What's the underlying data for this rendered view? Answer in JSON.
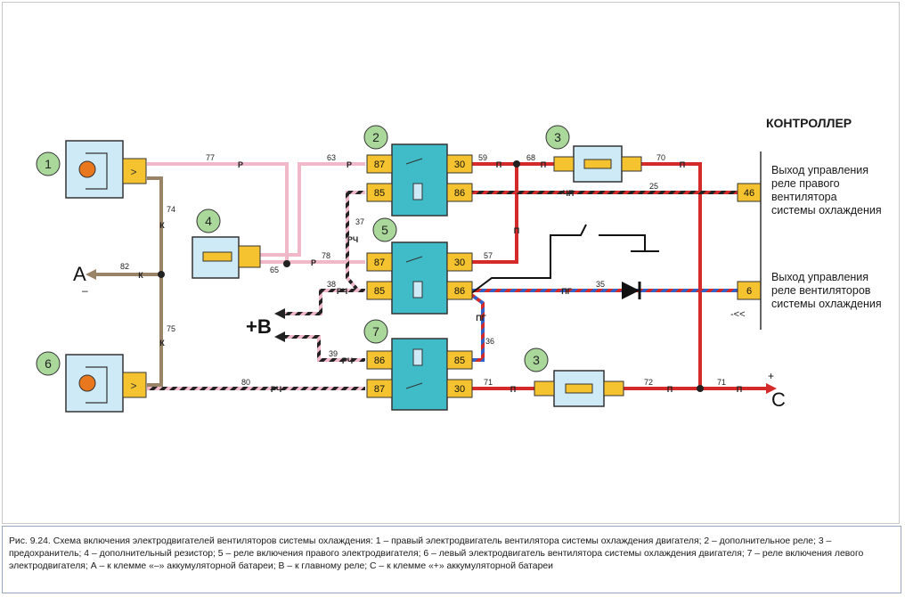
{
  "controller": {
    "title": "КОНТРОЛЛЕР",
    "output_right": [
      "Выход управления",
      "реле правого",
      "вентилятора",
      "системы охлаждения"
    ],
    "output_both": [
      "Выход управления",
      "реле вентиляторов",
      "системы охлаждения"
    ],
    "pin_right": "46",
    "pin_both": "6",
    "ground_symbol": "-<<"
  },
  "callouts": [
    "1",
    "2",
    "3",
    "4",
    "5",
    "6",
    "7",
    "3"
  ],
  "relay2_pins": [
    "87",
    "30",
    "85",
    "86"
  ],
  "relay5_pins": [
    "87",
    "30",
    "85",
    "86"
  ],
  "relay7_pins": [
    "86",
    "85",
    "87",
    "30"
  ],
  "terminals": {
    "a": "А",
    "a_sign": "–",
    "b": "+В",
    "c": "С",
    "c_sign": "+"
  },
  "wire_numbers": [
    "77",
    "63",
    "59",
    "68",
    "70",
    "74",
    "25",
    "37",
    "78",
    "65",
    "82",
    "57",
    "38",
    "35",
    "36",
    "75",
    "39",
    "80",
    "71",
    "72",
    "71"
  ],
  "wire_colors": [
    "Р",
    "Р",
    "П",
    "П",
    "П",
    "К",
    "ЧП",
    "РЧ",
    "Р",
    "К",
    "П",
    "РЧ",
    "ПГ",
    "ПГ",
    "К",
    "РЧ",
    "РЧ",
    "П",
    "П",
    "П"
  ],
  "caption": "Рис. 9.24. Схема включения электродвигателей вентиляторов системы охлаждения: 1 – правый электродвигатель вентилятора системы охлаждения двигателя; 2 – дополнительное реле; 3 – предохранитель; 4 – дополнительный резистор; 5 – реле включения правого электродвигателя; 6 – левый электродвигатель вентилятора системы охлаждения двигателя; 7 – реле включения левого электродвигателя; А – к клемме «–» аккумуляторной батареи; В – к главному реле; С – к клемме «+» аккумуляторной батареи"
}
